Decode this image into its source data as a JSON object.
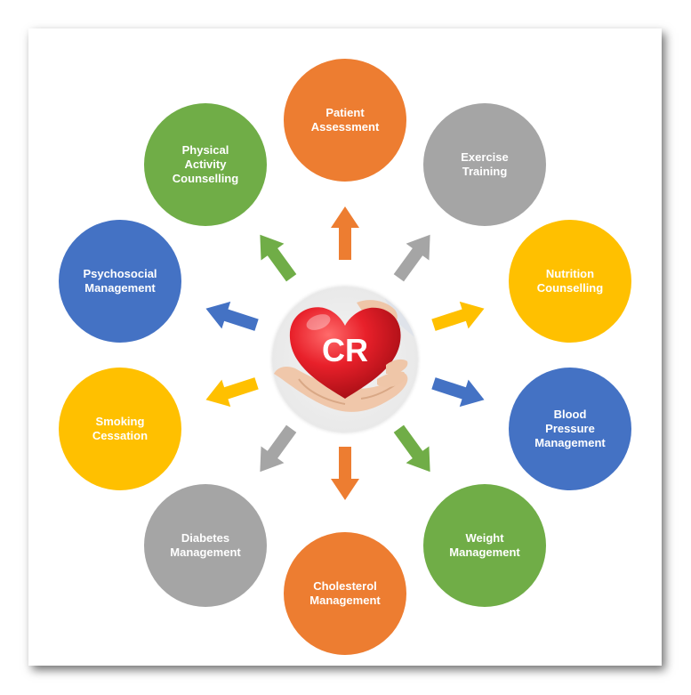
{
  "center": {
    "label": "CR"
  },
  "nodes": [
    {
      "label": "Patient\nAssessment",
      "color": "#ED7D31"
    },
    {
      "label": "Exercise\nTraining",
      "color": "#A5A5A5"
    },
    {
      "label": "Nutrition\nCounselling",
      "color": "#FFC000"
    },
    {
      "label": "Blood\nPressure\nManagement",
      "color": "#4472C4"
    },
    {
      "label": "Weight\nManagement",
      "color": "#70AD47"
    },
    {
      "label": "Cholesterol\nManagement",
      "color": "#ED7D31"
    },
    {
      "label": "Diabetes\nManagement",
      "color": "#A5A5A5"
    },
    {
      "label": "Smoking\nCessation",
      "color": "#FFC000"
    },
    {
      "label": "Psychosocial\nManagement",
      "color": "#4472C4"
    },
    {
      "label": "Physical\nActivity\nCounselling",
      "color": "#70AD47"
    }
  ]
}
